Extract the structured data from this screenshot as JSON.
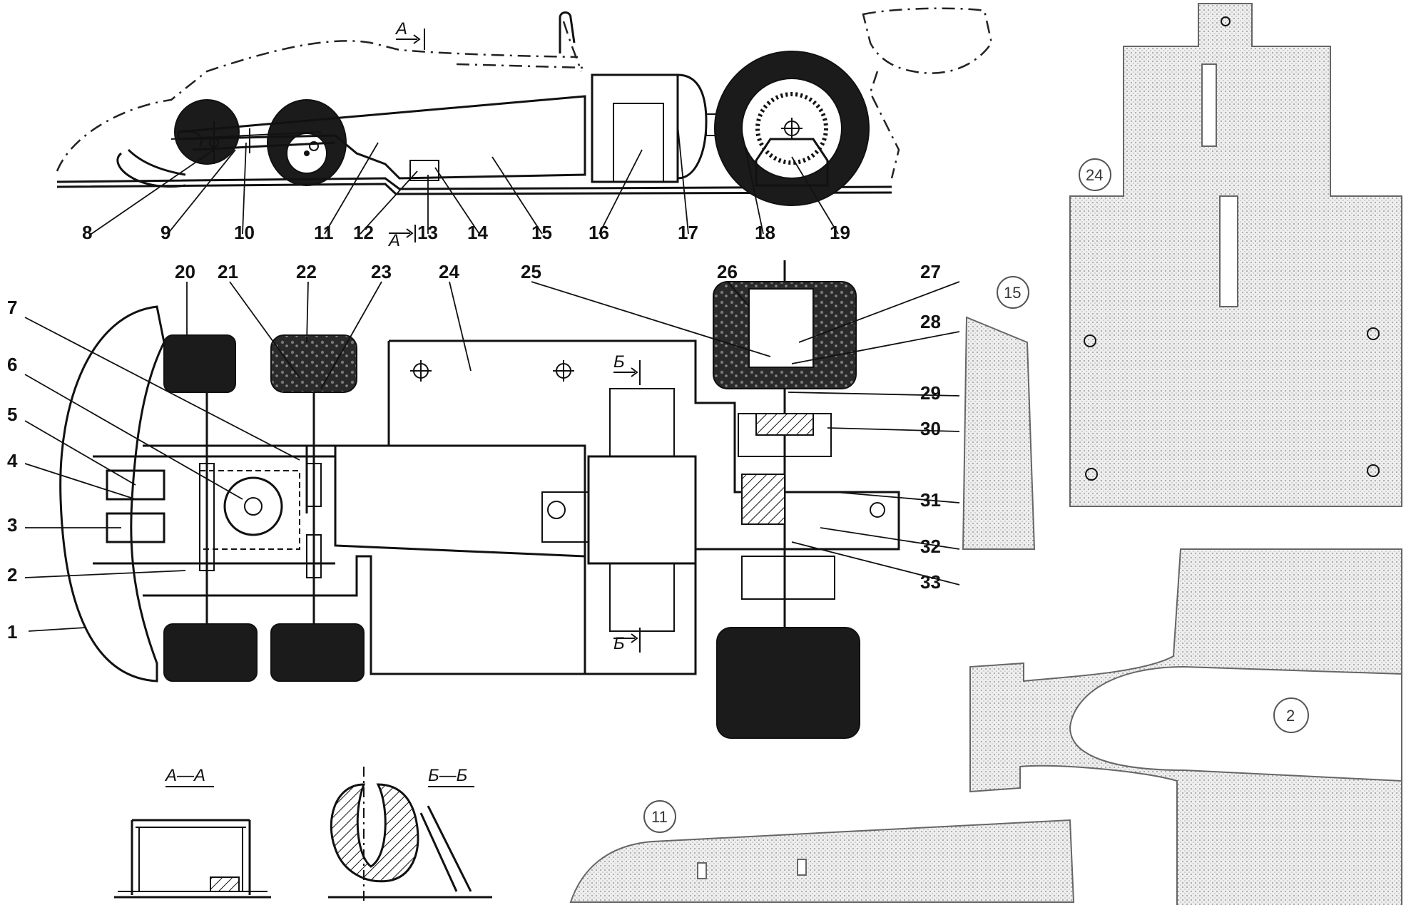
{
  "figure": {
    "side_view_labels": [
      "8",
      "9",
      "10",
      "11",
      "12",
      "13",
      "14",
      "15",
      "16",
      "17",
      "18",
      "19"
    ],
    "plan_view_labels": [
      "1",
      "2",
      "3",
      "4",
      "5",
      "6",
      "7",
      "20",
      "21",
      "22",
      "23",
      "24",
      "25",
      "26",
      "27",
      "28",
      "29",
      "30",
      "31",
      "32",
      "33"
    ],
    "section_marks": {
      "a": "А",
      "b": "Б"
    },
    "section_titles": {
      "aa": "А—А",
      "bb": "Б—Б"
    },
    "part_numbers": {
      "p24": "24",
      "p15": "15",
      "p2": "2",
      "p11": "11"
    }
  },
  "colors": {
    "ink": "#111111",
    "tire": "#1b1b1b",
    "sheet": "#d8d8d8"
  }
}
